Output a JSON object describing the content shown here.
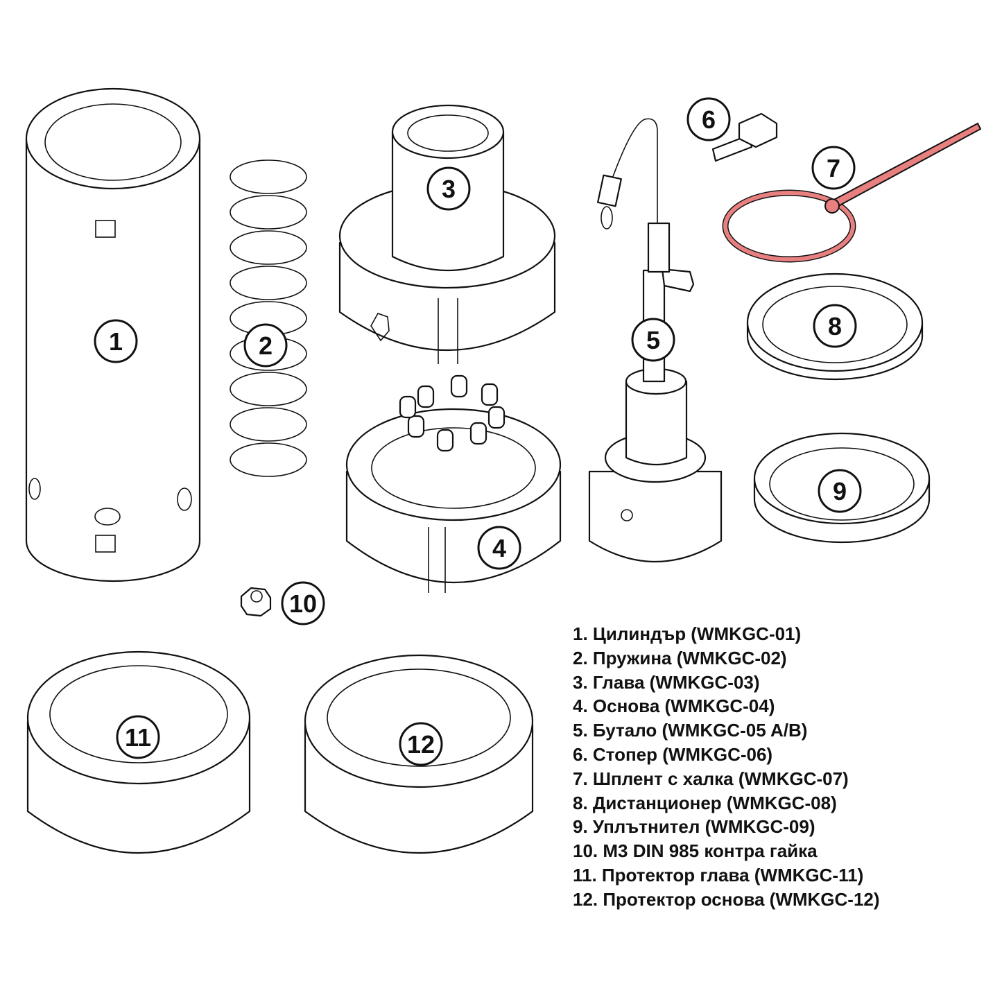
{
  "callouts": [
    "1",
    "2",
    "3",
    "4",
    "5",
    "6",
    "7",
    "8",
    "9",
    "10",
    "11",
    "12"
  ],
  "legend": [
    "1. Цилиндър (WMKGC-01)",
    "2. Пружина (WMKGC-02)",
    "3. Глава (WMKGC-03)",
    "4. Основа (WMKGC-04)",
    "5. Бутало (WMKGC-05 A/B)",
    "6. Стопер (WMKGC-06)",
    "7. Шплент с халка (WMKGC-07)",
    "8. Дистанционер (WMKGC-08)",
    "9. Уплътнител (WMKGC-09)",
    "10. M3 DIN 985 контра гайка",
    "11. Протектор глава (WMKGC-11)",
    "12. Протектор основа (WMKGC-12)"
  ],
  "colors": {
    "pin_ring": "#e88080",
    "line": "#111111"
  }
}
